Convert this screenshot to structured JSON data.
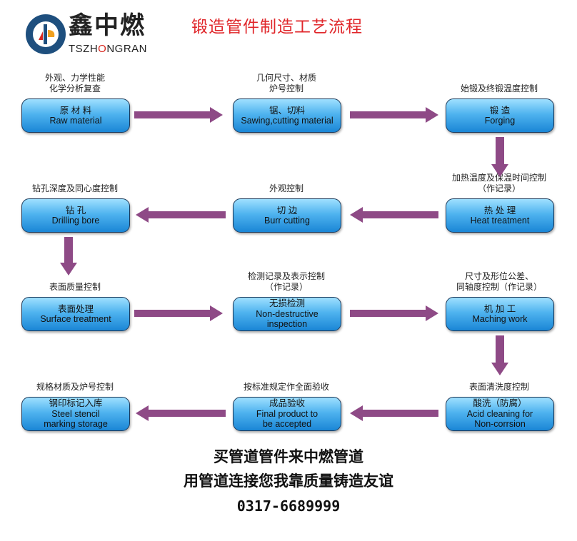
{
  "header": {
    "logo_cn": "鑫中燃",
    "logo_en_parts": [
      "TSZH",
      "O",
      "NGRAN"
    ],
    "title": "锻造管件制造工艺流程"
  },
  "steps": [
    {
      "note": [
        "外观、力学性能",
        "化学分析复查"
      ],
      "lines": [
        "原 材 料",
        "Raw material"
      ]
    },
    {
      "note": [
        "几何尺寸、材质",
        "炉号控制"
      ],
      "lines": [
        "锯、切料",
        "Sawing,cutting material"
      ]
    },
    {
      "note": [
        "始锻及终锻温度控制"
      ],
      "lines": [
        "锻  造",
        "Forging"
      ]
    },
    {
      "note": [
        "加热温度及保温时间控制",
        "（作记录）"
      ],
      "lines": [
        "热 处 理",
        "Heat treatment"
      ]
    },
    {
      "note": [
        "外观控制"
      ],
      "lines": [
        "切  边",
        "Burr cutting"
      ]
    },
    {
      "note": [
        "钻孔深度及同心度控制"
      ],
      "lines": [
        "钻  孔",
        "Drilling bore"
      ]
    },
    {
      "note": [
        "表面质量控制"
      ],
      "lines": [
        "表面处理",
        "Surface treatment"
      ]
    },
    {
      "note": [
        "检测记录及表示控制",
        "（作记录）"
      ],
      "lines": [
        "无损检测",
        "Non-destructive",
        "inspection"
      ]
    },
    {
      "note": [
        "尺寸及形位公差、",
        "同轴度控制（作记录）"
      ],
      "lines": [
        "机 加 工",
        "Maching work"
      ]
    },
    {
      "note": [
        "表面清洗度控制"
      ],
      "lines": [
        "酸洗（防腐）",
        "Acid cleaning for",
        "Non-corrsion"
      ]
    },
    {
      "note": [
        "按标准规定作全面验收"
      ],
      "lines": [
        "成品验收",
        "Final product to",
        "be accepted"
      ]
    },
    {
      "note": [
        "规格材质及炉号控制"
      ],
      "lines": [
        "钢印标记入库",
        "Steel stencil",
        "marking storage"
      ]
    }
  ],
  "footer": {
    "line1": "买管道管件来中燃管道",
    "line2": "用管道连接您我靠质量铸造友谊",
    "phone": "0317-6689999"
  },
  "colors": {
    "title": "#e0262a",
    "arrow": "#8e4a86",
    "box": "#3aa6e8"
  }
}
